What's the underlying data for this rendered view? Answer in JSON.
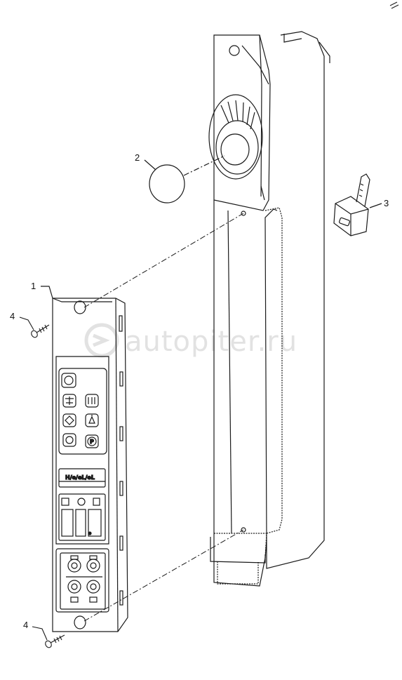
{
  "callouts": {
    "c1": "1",
    "c2": "2",
    "c3": "3",
    "c4a": "4",
    "c4b": "4"
  },
  "watermark": {
    "text": "autopiter.ru"
  },
  "display_text": "H/e/eL/eL",
  "colors": {
    "line": "#1a1a1a",
    "fill": "#ffffff",
    "watermark": "#e2e2e2"
  }
}
